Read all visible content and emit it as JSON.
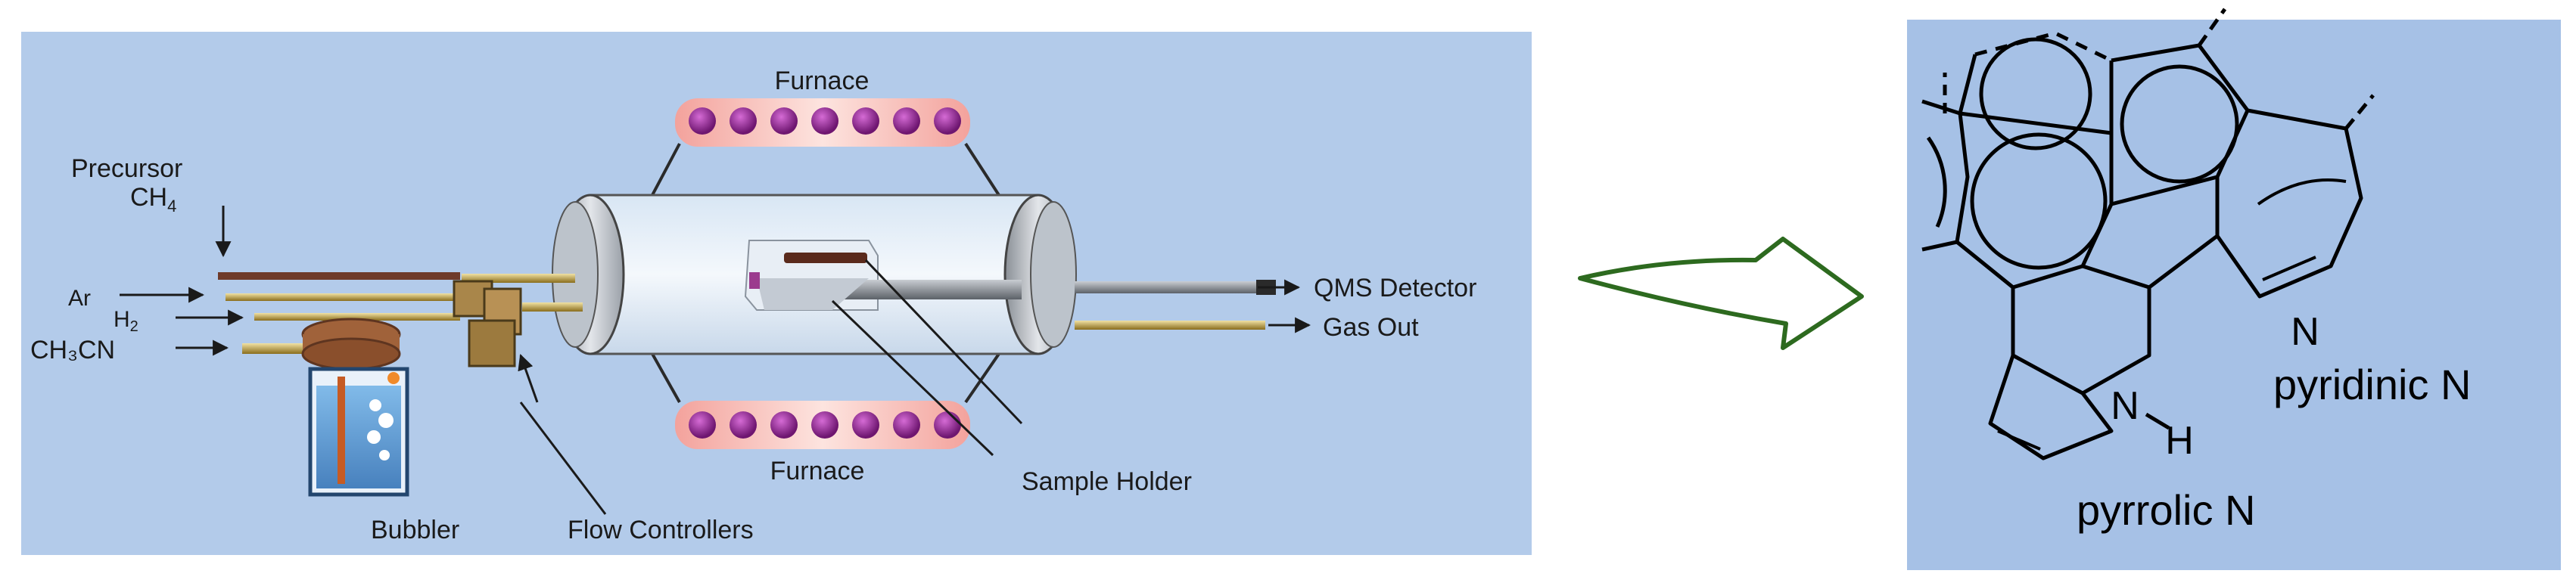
{
  "labels": {
    "furnace_top": "Furnace",
    "furnace_bottom": "Furnace",
    "precursor": "Precursor",
    "ch4": "CH",
    "ch4_sub": "4",
    "ar": "Ar",
    "h2": "H",
    "h2_sub": "2",
    "ch3cn": "CH₃CN",
    "bubbler": "Bubbler",
    "flow_controllers": "Flow Controllers",
    "sample_holder": "Sample Holder",
    "qms_detector": "QMS Detector",
    "gas_out": "Gas Out"
  },
  "molecule": {
    "pyridinic_n_atom": "N",
    "pyrrolic_n_atom": "N",
    "pyrrolic_h": "H",
    "pyridinic_label": "pyridinic N",
    "pyrrolic_label": "pyrrolic N"
  },
  "colors": {
    "panel_bg": "#b3cbea",
    "molecule_bg": "#a6c1e6",
    "arrow_outline": "#2d6a1f",
    "heater_bead": "#8c1f8c",
    "heater_glow": "#f08a86"
  },
  "icons": {
    "arrow": "hollow-chevron-arrow-right",
    "bubbler": "bubbler-vessel",
    "tube": "quartz-tube-reactor"
  }
}
